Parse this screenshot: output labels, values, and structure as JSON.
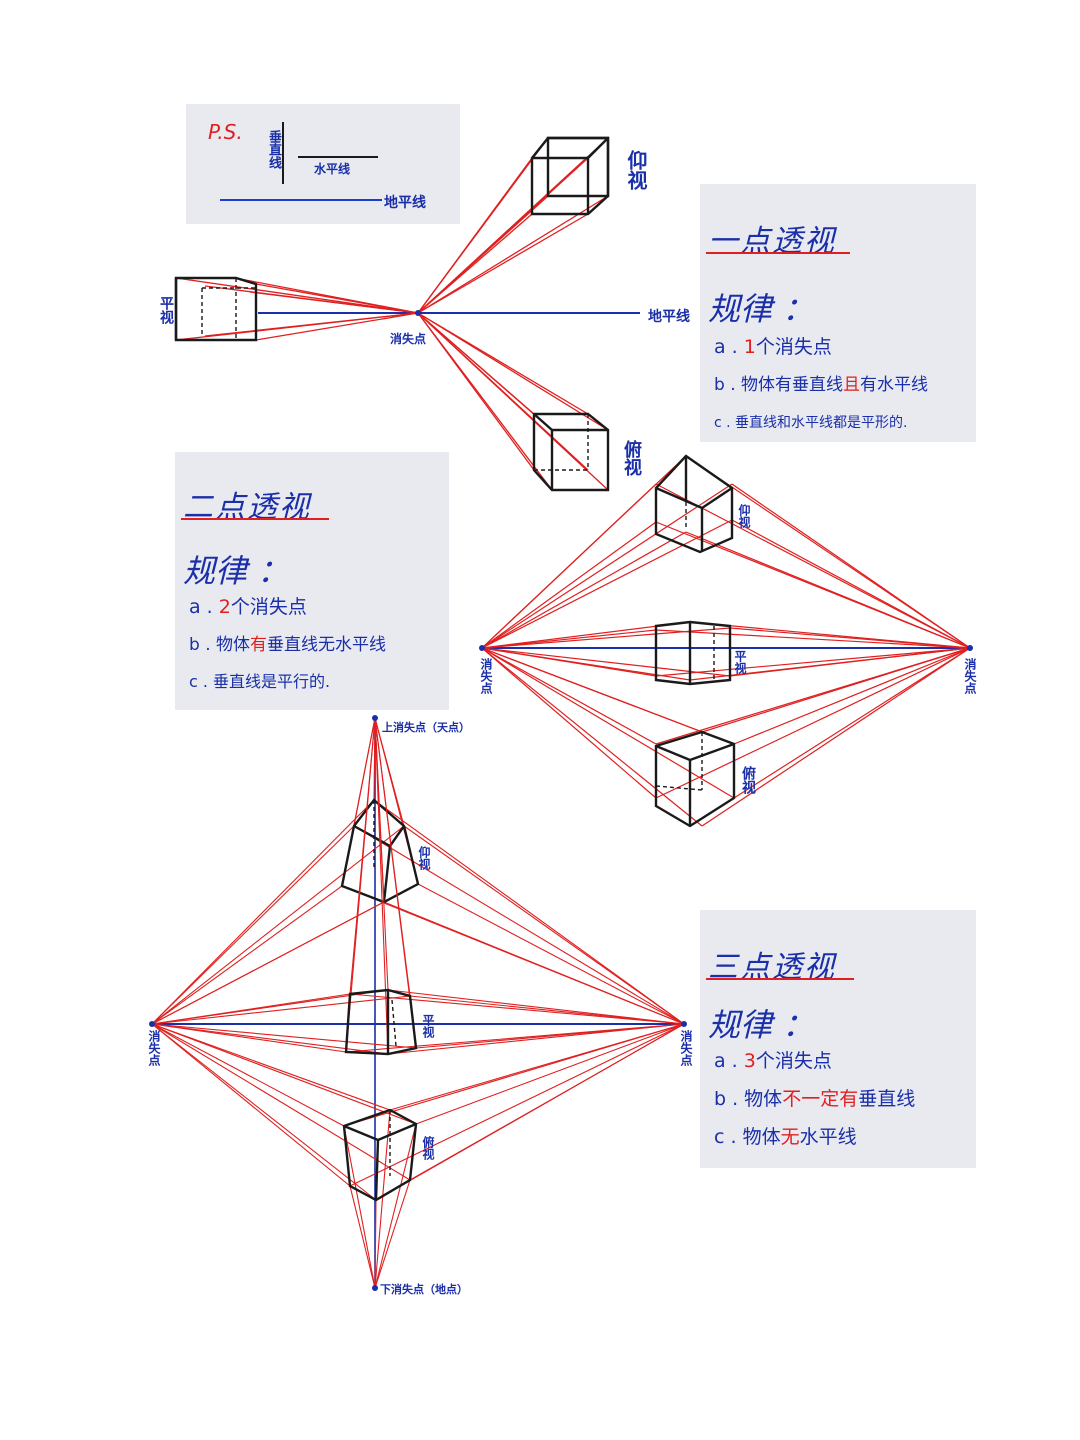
{
  "legend_box": {
    "ps": "P.S.",
    "vertical_line": "垂直线",
    "horizontal_line": "水平线",
    "ground_line": "地平线"
  },
  "one_point": {
    "cube_label_side": "平视",
    "cube_label_up": "仰视",
    "cube_label_down": "俯视",
    "vp_label": "消失点",
    "ground_label": "地平线",
    "title": "一点透视",
    "law": "规律 ：",
    "items": [
      {
        "prefix": "a . ",
        "hl": "1",
        "rest": "个消失点"
      },
      {
        "prefix": "b . 物体有垂直线",
        "hl": "且",
        "rest": "有水平线"
      },
      {
        "prefix": "c . 垂直线和水平线都是平形的.",
        "hl": "",
        "rest": ""
      }
    ]
  },
  "two_point": {
    "title": "二点透视",
    "law": "规律 ：",
    "items": [
      {
        "prefix": "a . ",
        "hl": "2",
        "rest": "个消失点"
      },
      {
        "prefix": "b . 物体",
        "hl": "有",
        "rest": "垂直线无水平线"
      },
      {
        "prefix": "c . 垂直线是平行的.",
        "hl": "",
        "rest": ""
      }
    ],
    "vp_left": "消失点",
    "vp_right": "消失点",
    "cube_up": "仰视",
    "cube_mid": "平视",
    "cube_down": "俯视"
  },
  "three_point": {
    "title": "三点透视",
    "law": "规律 ：",
    "items": [
      {
        "prefix": "a . ",
        "hl": "3",
        "rest": "个消失点"
      },
      {
        "prefix": "b . 物体",
        "hl": "不一定有",
        "rest": "垂直线"
      },
      {
        "prefix": "c . 物体",
        "hl": "无",
        "rest": "水平线"
      }
    ],
    "vp_top": "上消失点（天点）",
    "vp_bottom": "下消失点（地点）",
    "vp_left": "消失点",
    "vp_right": "消失点",
    "cube_up": "仰视",
    "cube_mid": "平视",
    "cube_down": "俯视"
  },
  "colors": {
    "red": "#e02020",
    "blue": "#1a2fa8",
    "black": "#1a1a1a",
    "box": "#e8eaf0"
  }
}
